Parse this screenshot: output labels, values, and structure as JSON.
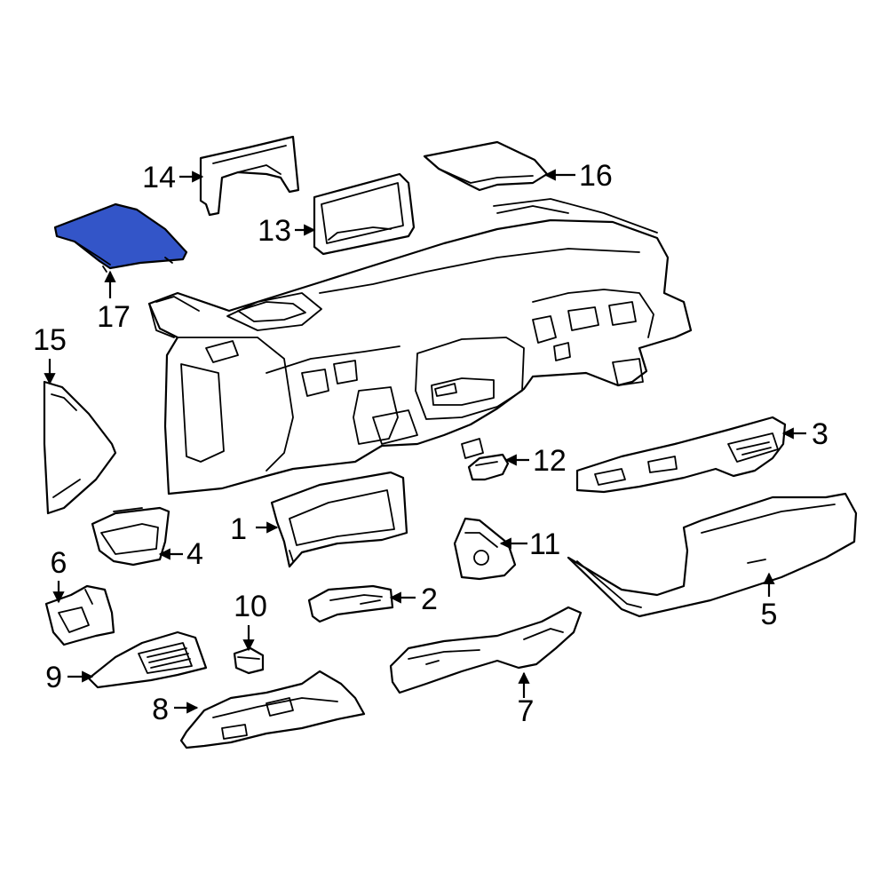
{
  "diagram": {
    "highlight_color": "#3355C8",
    "highlighted_part": "17",
    "callouts": {
      "c1": "1",
      "c2": "2",
      "c3": "3",
      "c4": "4",
      "c5": "5",
      "c6": "6",
      "c7": "7",
      "c8": "8",
      "c9": "9",
      "c10": "10",
      "c11": "11",
      "c12": "12",
      "c13": "13",
      "c14": "14",
      "c15": "15",
      "c16": "16",
      "c17": "17"
    }
  }
}
